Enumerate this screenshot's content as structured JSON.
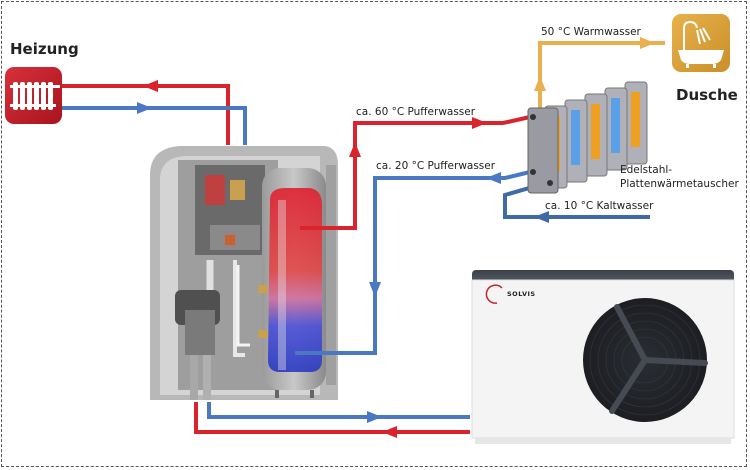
{
  "diagram": {
    "heating_label": "Heizung",
    "shower_label": "Dusche",
    "hot_water_label": "50 °C Warmwasser",
    "buffer_hot_label": "ca. 60 °C Pufferwasser",
    "buffer_cold_label": "ca. 20 °C Pufferwasser",
    "cold_water_label": "ca. 10 °C Kaltwasser",
    "exchanger_label_line1": "Edelstahl-",
    "exchanger_label_line2": "Plattenwärmetauscher",
    "heat_pump_brand": "SOLVIS",
    "icons": [
      "radiator-icon",
      "bathtub-shower-icon"
    ],
    "colors": {
      "hot": "#d9232d",
      "cold": "#4a78c2",
      "cold_dark": "#3e6aa8",
      "warm_water": "#e8b04e",
      "heating_icon_bg": "#c41f2b",
      "shower_icon_bg": "#d9a23c"
    }
  }
}
